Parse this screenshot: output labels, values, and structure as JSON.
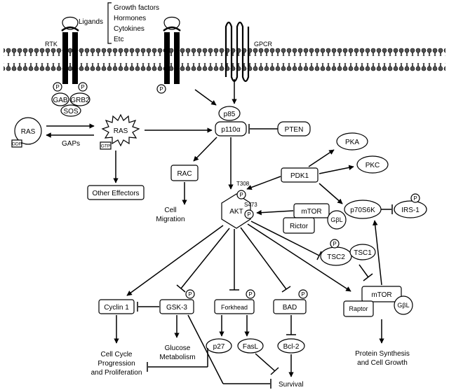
{
  "ligands": {
    "label": "Ligands",
    "list": [
      "Growth factors",
      "Hormones",
      "Cytokines",
      "Etc"
    ]
  },
  "receptors": {
    "rtk": "RTK",
    "gpcr": "GPCR"
  },
  "adaptors": {
    "gab": "GAB",
    "grb2": "GRB2",
    "sos": "SOS"
  },
  "phospho": "P",
  "ras": {
    "gdp_ras": "RAS",
    "gdp": "GDP",
    "gtp_ras": "RAS",
    "gtp": "GTP",
    "gaps": "GAPs"
  },
  "pi3k": {
    "p85": "p85",
    "p110": "p110α"
  },
  "pten": "PTEN",
  "rac": "RAC",
  "other_effectors": "Other Effectors",
  "cell_migration": [
    "Cell",
    "Migration"
  ],
  "pdk1": "PDK1",
  "pka": "PKA",
  "pkc": "PKC",
  "p70s6k": "p70S6K",
  "irs1": "IRS-1",
  "akt": {
    "label": "AKT",
    "t308": "T308",
    "s473": "S473"
  },
  "mtorc2": {
    "mtor": "mTOR",
    "rictor": "Rictor",
    "gbl": "GβL"
  },
  "tsc": {
    "tsc1": "TSC1",
    "tsc2": "TSC2"
  },
  "mtorc1": {
    "mtor": "mTOR",
    "raptor": "Raptor",
    "gbl": "GβL"
  },
  "cyclin": "Cyclin 1",
  "gsk3": "GSK-3",
  "forkhead": "Forkhead",
  "bad": "BAD",
  "p27": "p27",
  "fasl": "FasL",
  "bcl2": "Bcl-2",
  "outcomes": {
    "cell_cycle": [
      "Cell Cycle",
      "Progression",
      "and Proliferation"
    ],
    "glucose": [
      "Glucose",
      "Metabolism"
    ],
    "survival": "Survival",
    "protein": [
      "Protein Synthesis",
      "and Cell Growth"
    ]
  }
}
